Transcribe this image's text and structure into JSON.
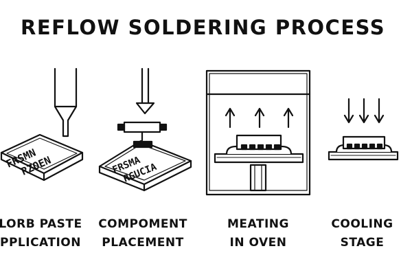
{
  "title": "REFLOW SOLDERING PROCESS",
  "stages": [
    {
      "line1": "LORB PASTE",
      "line2": "PPLICATION",
      "board_text_1": "FRSMN",
      "board_text_2": "RZOEN"
    },
    {
      "line1": "COMPOMENT",
      "line2": "PLACEMENT",
      "board_text_1": "FRSMA",
      "board_text_2": "RGUCIA"
    },
    {
      "line1": "MEATING",
      "line2": "IN OVEN"
    },
    {
      "line1": "COOLING",
      "line2": "STAGE"
    }
  ],
  "colors": {
    "ink": "#111111",
    "paper": "#ffffff"
  }
}
